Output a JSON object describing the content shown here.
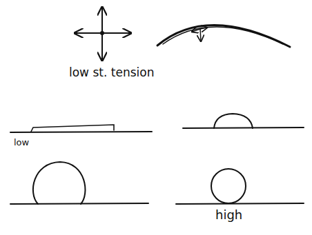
{
  "diagram": {
    "labels": [
      "low st. tension",
      "low",
      "high"
    ]
  }
}
